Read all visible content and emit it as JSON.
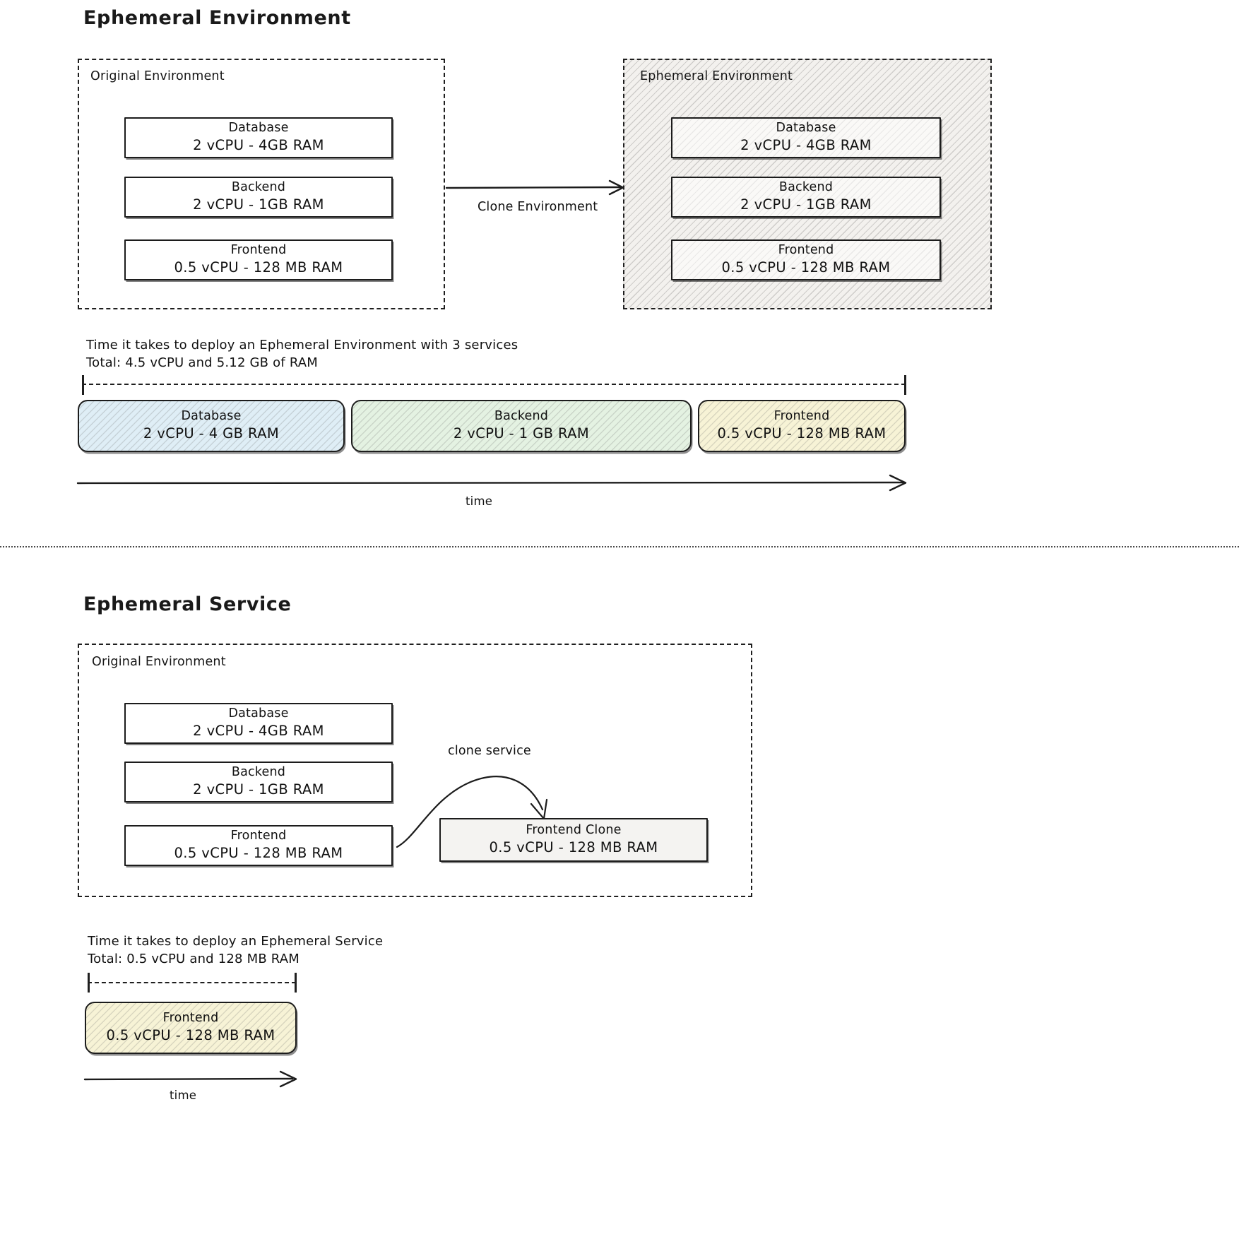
{
  "sections": [
    {
      "id": "ephemeral-environment",
      "title": "Ephemeral Environment",
      "original_group_label": "Original Environment",
      "clone_group_label": "Ephemeral Environment",
      "arrow_label": "Clone Environment",
      "original_services": [
        {
          "name": "Database",
          "spec": "2 vCPU - 4GB RAM"
        },
        {
          "name": "Backend",
          "spec": "2 vCPU - 1GB RAM"
        },
        {
          "name": "Frontend",
          "spec": "0.5 vCPU - 128 MB RAM"
        }
      ],
      "clone_services": [
        {
          "name": "Database",
          "spec": "2 vCPU - 4GB RAM"
        },
        {
          "name": "Backend",
          "spec": "2 vCPU - 1GB RAM"
        },
        {
          "name": "Frontend",
          "spec": "0.5 vCPU - 128 MB RAM"
        }
      ],
      "timeline": {
        "caption_line1": "Time it takes to deploy an Ephemeral Environment with 3 services",
        "caption_line2": "Total: 4.5 vCPU and 5.12 GB of RAM",
        "axis_label": "time",
        "bars": [
          {
            "name": "Database",
            "spec": "2 vCPU - 4 GB RAM",
            "color": "#dfeef6"
          },
          {
            "name": "Backend",
            "spec": "2 vCPU - 1 GB RAM",
            "color": "#e4f2e2"
          },
          {
            "name": "Frontend",
            "spec": "0.5 vCPU - 128 MB RAM",
            "color": "#f7f3d6"
          }
        ]
      }
    },
    {
      "id": "ephemeral-service",
      "title": "Ephemeral Service",
      "original_group_label": "Original Environment",
      "arrow_label": "clone service",
      "original_services": [
        {
          "name": "Database",
          "spec": "2 vCPU - 4GB RAM"
        },
        {
          "name": "Backend",
          "spec": "2 vCPU - 1GB RAM"
        },
        {
          "name": "Frontend",
          "spec": "0.5 vCPU - 128 MB RAM"
        }
      ],
      "clone_service": {
        "name": "Frontend Clone",
        "spec": "0.5 vCPU - 128 MB RAM"
      },
      "timeline": {
        "caption_line1": "Time it takes to deploy an Ephemeral Service",
        "caption_line2": "Total: 0.5 vCPU and 128 MB RAM",
        "axis_label": "time",
        "bars": [
          {
            "name": "Frontend",
            "spec": "0.5 vCPU - 128 MB RAM",
            "color": "#f7f3d6"
          }
        ]
      }
    }
  ],
  "colors": {
    "ink": "#1c1c1c",
    "hatch_fill": "#f3f1ee",
    "bar_blue": "#dfeef6",
    "bar_green": "#e4f2e2",
    "bar_yellow": "#f7f3d6",
    "clone_box_grey": "#f4f3f1"
  }
}
